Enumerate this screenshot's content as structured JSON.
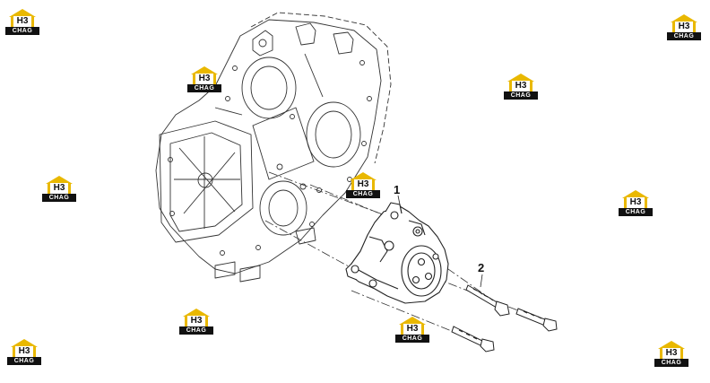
{
  "callouts": {
    "part_1": "1",
    "part_2": "2"
  },
  "watermark": {
    "mark": "H3",
    "label": "CHAG",
    "icon": "h3-chag-logo-icon",
    "color": "#e9b800"
  }
}
